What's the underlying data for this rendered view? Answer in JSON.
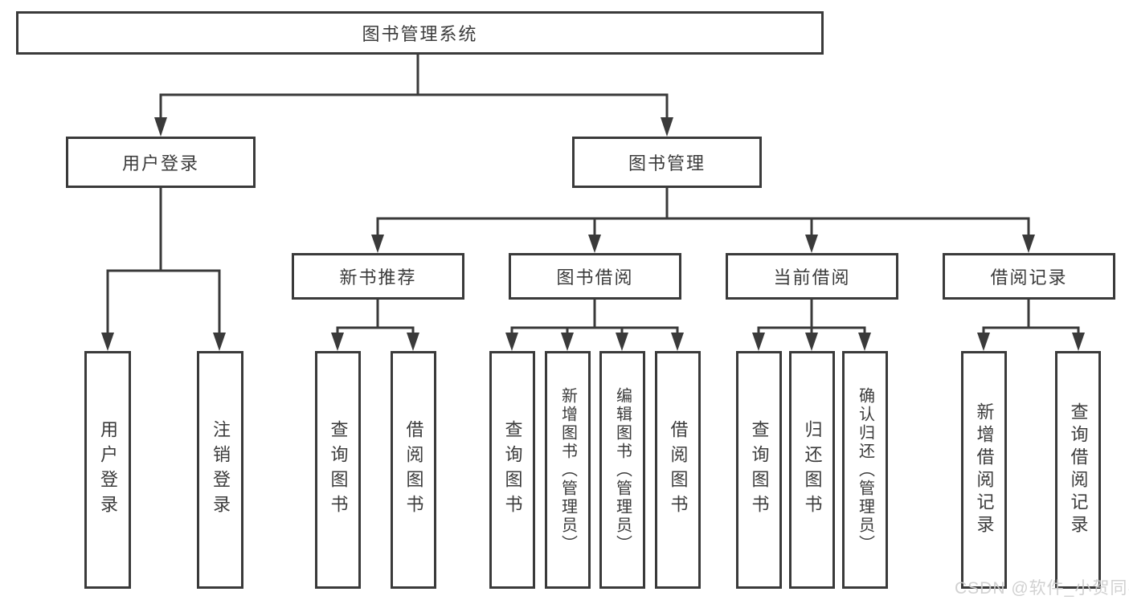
{
  "tree": {
    "root": {
      "label": "图书管理系统"
    },
    "branches": [
      {
        "label": "用户登录",
        "children": [
          {
            "label": "用户登录"
          },
          {
            "label": "注销登录"
          }
        ]
      },
      {
        "label": "图书管理",
        "children": [
          {
            "label": "新书推荐",
            "children": [
              {
                "label": "查询图书"
              },
              {
                "label": "借阅图书"
              }
            ]
          },
          {
            "label": "图书借阅",
            "children": [
              {
                "label": "查询图书"
              },
              {
                "label": "新增图书（管理员）"
              },
              {
                "label": "编辑图书（管理员）"
              },
              {
                "label": "借阅图书"
              }
            ]
          },
          {
            "label": "当前借阅",
            "children": [
              {
                "label": "查询图书"
              },
              {
                "label": "归还图书"
              },
              {
                "label": "确认归还（管理员）"
              }
            ]
          },
          {
            "label": "借阅记录",
            "children": [
              {
                "label": "新增借阅记录"
              },
              {
                "label": "查询借阅记录"
              }
            ]
          }
        ]
      }
    ]
  },
  "watermark": {
    "text": "CSDN @软件_小贺同学"
  },
  "colors": {
    "line": "#3a3a3a",
    "text": "#3b3b3b",
    "background": "#ffffff",
    "watermark": "#cdcdcd"
  }
}
